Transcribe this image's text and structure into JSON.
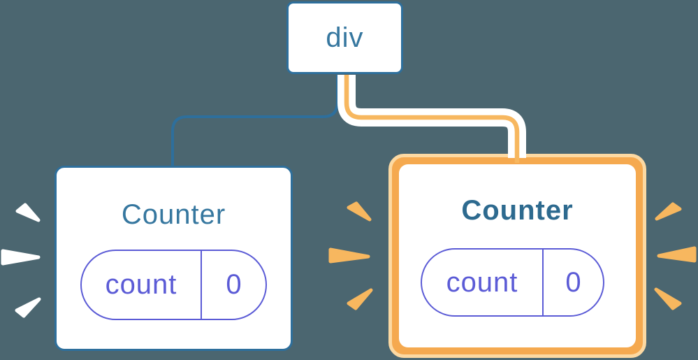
{
  "diagram": {
    "description": "React component tree: div root with two Counter children, right child re-rendered (highlighted)",
    "root_node": {
      "label": "div"
    },
    "children": [
      {
        "title": "Counter",
        "state": {
          "key": "count",
          "value": "0"
        },
        "highlighted": false,
        "edge_color_name": "blue",
        "spark_color_name": "white"
      },
      {
        "title": "Counter",
        "state": {
          "key": "count",
          "value": "0"
        },
        "highlighted": true,
        "edge_color_name": "orange-with-white-halo",
        "spark_color_name": "orange"
      }
    ]
  },
  "colors": {
    "background": "#4b6670",
    "blue_border": "#2e6f9c",
    "blue_text": "#36779f",
    "blue_text_bold": "#2d6a8f",
    "purple": "#5b5bd6",
    "orange_border": "#f5a94f",
    "orange_pale": "#fcd9a2",
    "orange_line": "#f7b75f",
    "card_bg": "#ffffff"
  }
}
